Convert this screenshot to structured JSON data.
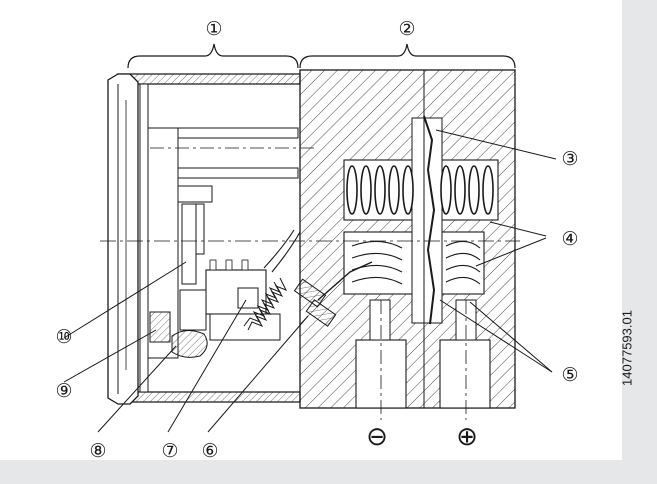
{
  "callouts": {
    "c1": "①",
    "c2": "②",
    "c3": "③",
    "c4": "④",
    "c5": "⑤",
    "c6": "⑥",
    "c7": "⑦",
    "c8": "⑧",
    "c9": "⑨",
    "c10": "⑩"
  },
  "port_signs": {
    "minus": "⊖",
    "plus": "⊕"
  },
  "document_number": "14077593.01",
  "colors": {
    "background": "#e6e7e8",
    "panel": "#ffffff",
    "line": "#1a1a1a"
  }
}
